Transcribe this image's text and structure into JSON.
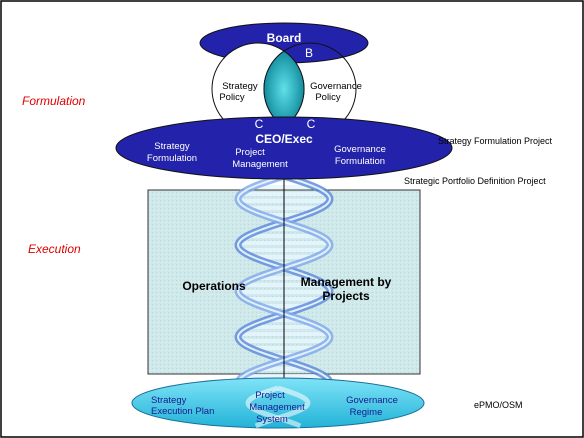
{
  "board": {
    "title": "Board",
    "left_tag": "B",
    "right_tag": "B"
  },
  "policy": {
    "left_line1": "Strategy",
    "left_line2": "Policy",
    "right_line1": "Governance",
    "right_line2": "Policy",
    "left_tag": "C",
    "right_tag": "C"
  },
  "ceo": {
    "title": "CEO/Exec",
    "left_line1": "Strategy",
    "left_line2": "Formulation",
    "center_line1": "Project",
    "center_line2": "Management",
    "right_line1": "Governance",
    "right_line2": "Formulation"
  },
  "side_labels": {
    "formulation": "Formulation",
    "execution": "Execution"
  },
  "right_labels": {
    "strategy_project": "Strategy Formulation Project",
    "portfolio_project": "Strategic Portfolio Definition Project",
    "epmo": "ePMO/OSM"
  },
  "execution_box": {
    "left_label": "Operations",
    "right_line1": "Management by",
    "right_line2": "Projects"
  },
  "bottom": {
    "left_line1": "Strategy",
    "left_line2": "Execution Plan",
    "center_line1": "Project",
    "center_line2": "Management",
    "center_line3": "System",
    "right_line1": "Governance",
    "right_line2": "Regime"
  },
  "colors": {
    "navy": "#2222aa",
    "navy_text": "#1a1a8c",
    "cyan": "#33bbdd",
    "teal": "#1aa9b6",
    "accent_red": "#e00000",
    "box_fill": "#c9e4e6"
  }
}
